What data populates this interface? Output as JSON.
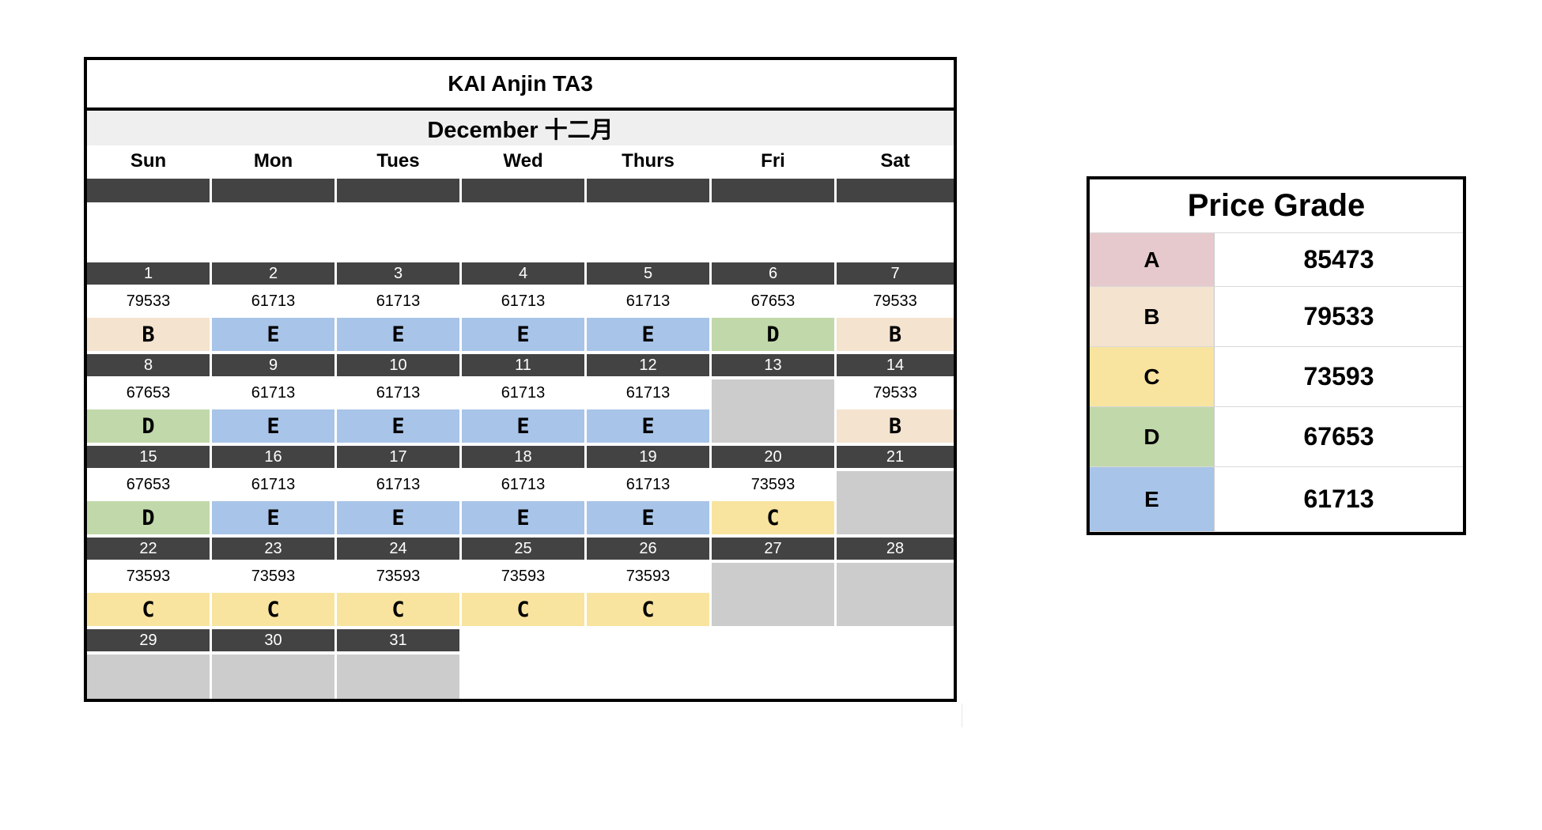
{
  "calendar": {
    "title": "KAI Anjin TA3",
    "month": "December 十二月",
    "days_of_week": [
      "Sun",
      "Mon",
      "Tues",
      "Wed",
      "Thurs",
      "Fri",
      "Sat"
    ],
    "weeks": [
      {
        "days": [
          {
            "date": "1",
            "price": "79533",
            "grade": "B"
          },
          {
            "date": "2",
            "price": "61713",
            "grade": "E"
          },
          {
            "date": "3",
            "price": "61713",
            "grade": "E"
          },
          {
            "date": "4",
            "price": "61713",
            "grade": "E"
          },
          {
            "date": "5",
            "price": "61713",
            "grade": "E"
          },
          {
            "date": "6",
            "price": "67653",
            "grade": "D"
          },
          {
            "date": "7",
            "price": "79533",
            "grade": "B"
          }
        ]
      },
      {
        "days": [
          {
            "date": "8",
            "price": "67653",
            "grade": "D"
          },
          {
            "date": "9",
            "price": "61713",
            "grade": "E"
          },
          {
            "date": "10",
            "price": "61713",
            "grade": "E"
          },
          {
            "date": "11",
            "price": "61713",
            "grade": "E"
          },
          {
            "date": "12",
            "price": "61713",
            "grade": "E"
          },
          {
            "date": "13",
            "price": "",
            "grade": ""
          },
          {
            "date": "14",
            "price": "79533",
            "grade": "B"
          }
        ]
      },
      {
        "days": [
          {
            "date": "15",
            "price": "67653",
            "grade": "D"
          },
          {
            "date": "16",
            "price": "61713",
            "grade": "E"
          },
          {
            "date": "17",
            "price": "61713",
            "grade": "E"
          },
          {
            "date": "18",
            "price": "61713",
            "grade": "E"
          },
          {
            "date": "19",
            "price": "61713",
            "grade": "E"
          },
          {
            "date": "20",
            "price": "73593",
            "grade": "C"
          },
          {
            "date": "21",
            "price": "",
            "grade": ""
          }
        ]
      },
      {
        "days": [
          {
            "date": "22",
            "price": "73593",
            "grade": "C"
          },
          {
            "date": "23",
            "price": "73593",
            "grade": "C"
          },
          {
            "date": "24",
            "price": "73593",
            "grade": "C"
          },
          {
            "date": "25",
            "price": "73593",
            "grade": "C"
          },
          {
            "date": "26",
            "price": "73593",
            "grade": "C"
          },
          {
            "date": "27",
            "price": "",
            "grade": ""
          },
          {
            "date": "28",
            "price": "",
            "grade": ""
          }
        ]
      },
      {
        "days": [
          {
            "date": "29",
            "price": "",
            "grade": ""
          },
          {
            "date": "30",
            "price": "",
            "grade": ""
          },
          {
            "date": "31",
            "price": "",
            "grade": ""
          }
        ]
      }
    ]
  },
  "legend": {
    "title": "Price Grade",
    "rows": [
      {
        "grade": "A",
        "price": "85473"
      },
      {
        "grade": "B",
        "price": "79533"
      },
      {
        "grade": "C",
        "price": "73593"
      },
      {
        "grade": "D",
        "price": "67653"
      },
      {
        "grade": "E",
        "price": "61713"
      }
    ]
  },
  "grade_colors": {
    "A": "#e6c9cd",
    "B": "#f4e3cf",
    "C": "#f8e49f",
    "D": "#c1d8aa",
    "E": "#a8c4e8"
  },
  "colors": {
    "header_band": "#434343",
    "blocked": "#cccccc",
    "month_bg": "#efefef"
  }
}
